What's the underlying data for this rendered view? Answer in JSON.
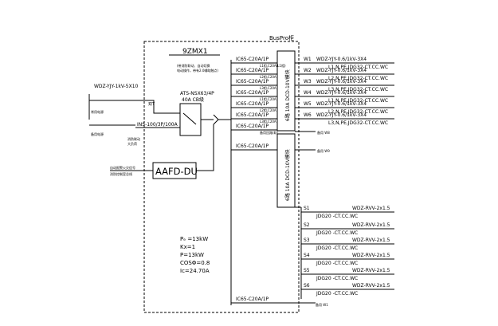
{
  "panel": {
    "bus_label": "BusPro柜",
    "panel_id": "9ZMX1"
  },
  "incoming": {
    "cable": "WDZ-YJY-1kV-5X10",
    "normal_label": "常用电源",
    "standby_label": "备用电源",
    "fire_label": "消防联动\n强切",
    "isolator": "INS-100/3P/100A",
    "ats_model": "ATS-NSX63/4P",
    "ats_rating": "40A CB级",
    "ats_note_1": "(带消防联动、自动切换",
    "ats_note_2": "电动操作，带有2.0辅助触点)",
    "switch_tag": "双T"
  },
  "monitor": {
    "label": "AAFD-DU",
    "note_1": "自动报警火灾信号",
    "note_2": "消防控制室总线"
  },
  "relay_module_1": "6路 10A DCD-10V模块",
  "relay_module_2": "6路 10A DCD-10V模块",
  "breakers": [
    {
      "label": "IC65-C20A/1P",
      "note": "L1相,C20A(L1相)"
    },
    {
      "label": "IC65-C20A/1P",
      "note": "L2相,C20A"
    },
    {
      "label": "IC65-C20A/1P",
      "note": "L3相,C20A"
    },
    {
      "label": "IC65-C20A/1P",
      "note": "L1相,C20A"
    },
    {
      "label": "IC65-C20A/1P",
      "note": "L2相,C20A"
    },
    {
      "label": "IC65-C20A/1P",
      "note": "L3相,C20A"
    },
    {
      "label": "IC65-C20A/1P",
      "note": "备用回路(联)"
    },
    {
      "label": "IC65-C20A/1P",
      "note": ""
    },
    {
      "label": "IC65-C20A/1P",
      "note": ""
    }
  ],
  "outgoing_w": [
    {
      "id": "W1",
      "cable": "WDZ-YJY-0.6/1kV-3X4",
      "conduit": "L1,N,PE,JDG32-CT.CC.WC"
    },
    {
      "id": "W2",
      "cable": "WDZ-YJY-0.6/1kV-3X4",
      "conduit": "L2,N,PE,JDG32-CT.CC.WC"
    },
    {
      "id": "W3",
      "cable": "WDZ-YJY-0.6/1kV-3X4",
      "conduit": "L3,N,PE,JDG32-CT.CC.WC"
    },
    {
      "id": "W4",
      "cable": "WDZ-YJY-0.6/1kV-3X4",
      "conduit": "L1,N,PE,JDG32-CT.CC.WC"
    },
    {
      "id": "W5",
      "cable": "WDZ-YJY-0.6/1kV-3X4",
      "conduit": "L2,N,PE,JDG32-CT.CC.WC"
    },
    {
      "id": "W6",
      "cable": "WDZ-YJY-0.6/1kV-3X4",
      "conduit": "L3,N,PE,JDG32-CT.CC.WC"
    }
  ],
  "spare_labels": [
    "备用 W8",
    "备用 W9",
    "备用 W1"
  ],
  "outgoing_s": [
    {
      "id": "S1",
      "cable": "WDZ-RVV-2x1.5",
      "conduit": "JDG20   -CT.CC.WC"
    },
    {
      "id": "S2",
      "cable": "WDZ-RVV-2x1.5",
      "conduit": "JDG20   -CT.CC.WC"
    },
    {
      "id": "S3",
      "cable": "WDZ-RVV-2x1.5",
      "conduit": "JDG20   -CT.CC.WC"
    },
    {
      "id": "S4",
      "cable": "WDZ-RVV-2x1.5",
      "conduit": "JDG20   -CT.CC.WC"
    },
    {
      "id": "S5",
      "cable": "WDZ-RVV-2x1.5",
      "conduit": "JDG20   -CT.CC.WC"
    },
    {
      "id": "S6",
      "cable": "WDZ-RVV-2x1.5",
      "conduit": "JDG20   -CT.CC.WC"
    }
  ],
  "load_params": [
    "Pₑ =13kW",
    "Kx=1",
    "P=13kW",
    "COSΦ=0.8",
    "Ic=24.70A"
  ]
}
